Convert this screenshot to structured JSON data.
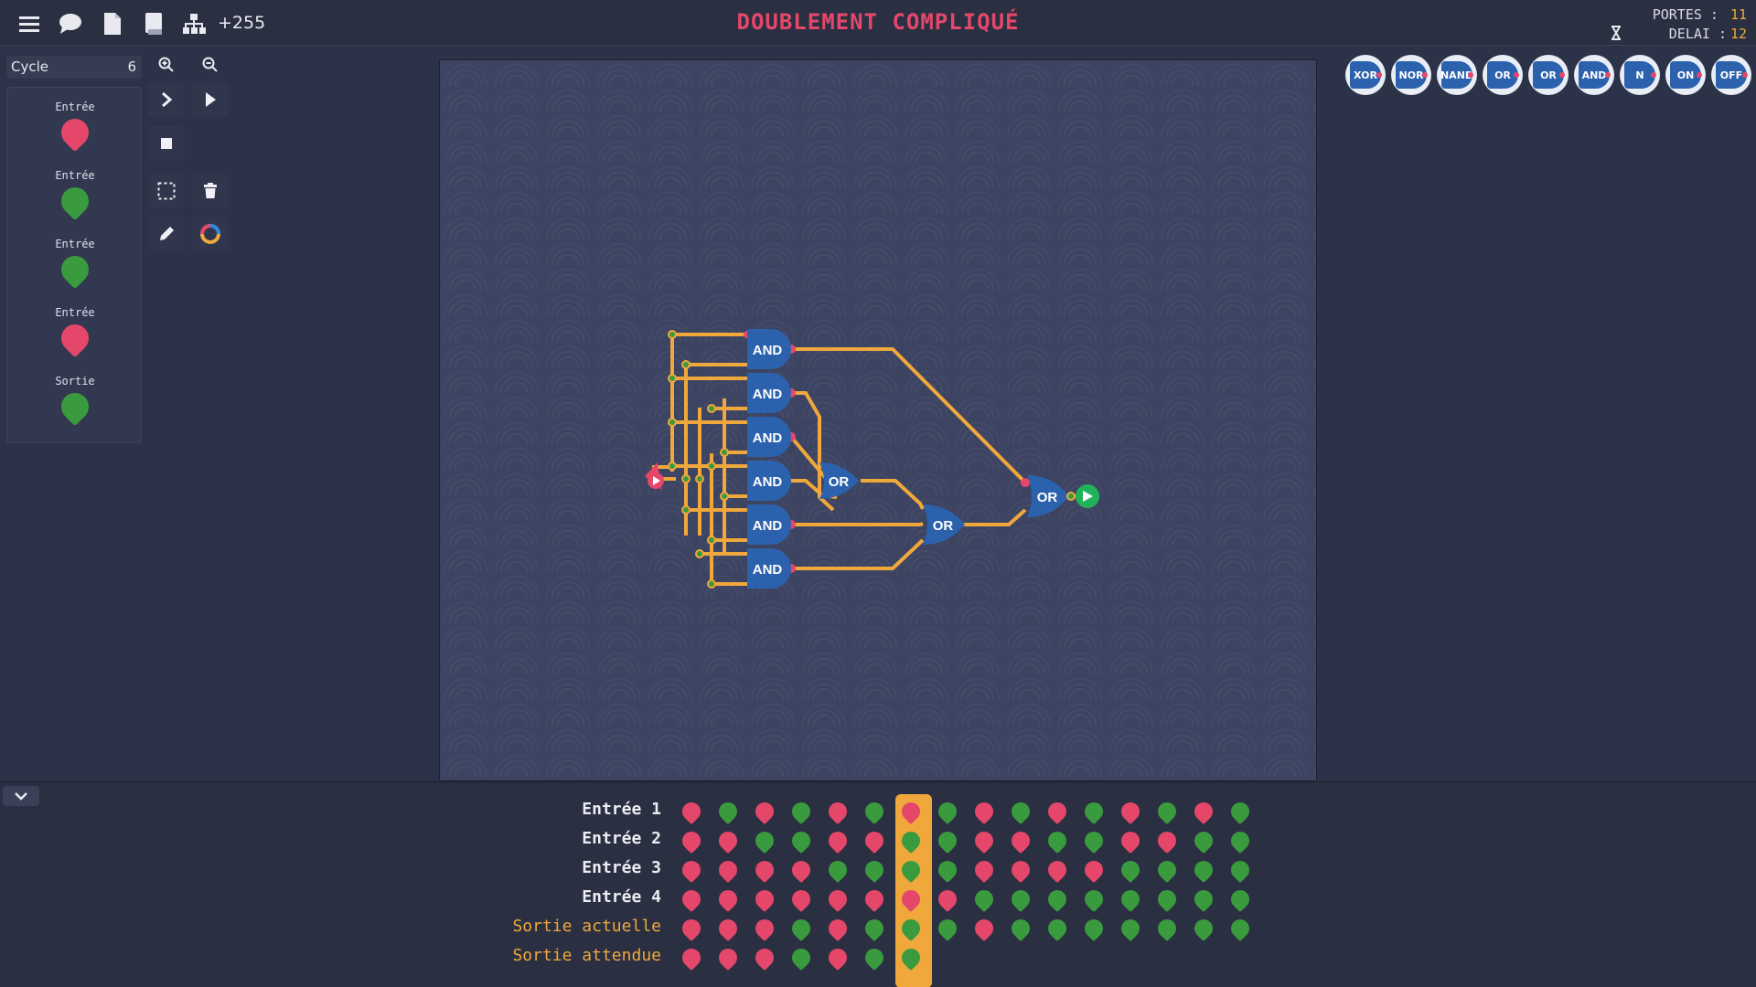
{
  "header": {
    "title": "DOUBLEMENT COMPLIQUÉ",
    "count": "+255",
    "portes_label": "PORTES :",
    "portes_value": "11",
    "delai_label": "DELAI :",
    "delai_value": "12"
  },
  "icons": [
    "menu-icon",
    "chat-icon",
    "document-icon",
    "book-icon",
    "hierarchy-icon",
    "zoom-in-icon",
    "zoom-out-icon",
    "step-icon",
    "play-icon",
    "stop-icon",
    "select-icon",
    "trash-icon",
    "pencil-icon",
    "color-ring-icon",
    "hourglass-icon",
    "chevron-down-icon"
  ],
  "colors": {
    "on": "#3a9a3e",
    "off": "#e5476a",
    "accent": "#f0a83c",
    "gate": "#2c62ad"
  },
  "cycle": {
    "label": "Cycle",
    "value": "6"
  },
  "io_panel": [
    {
      "label": "Entrée",
      "state": "off"
    },
    {
      "label": "Entrée",
      "state": "on"
    },
    {
      "label": "Entrée",
      "state": "on"
    },
    {
      "label": "Entrée",
      "state": "off"
    },
    {
      "label": "Sortie",
      "state": "on"
    }
  ],
  "palette": [
    "XOR",
    "NOR",
    "NAND",
    "OR",
    "OR",
    "AND",
    "N",
    "ON",
    "OFF"
  ],
  "circuit": {
    "and_gates": [
      "AND",
      "AND",
      "AND",
      "AND",
      "AND",
      "AND"
    ],
    "or_gates": [
      "OR",
      "OR",
      "OR"
    ]
  },
  "truth_table": {
    "highlight_column": 6,
    "rows": [
      {
        "label": "Entrée 1",
        "kind": "in",
        "values": [
          0,
          1,
          0,
          1,
          0,
          1,
          0,
          1,
          0,
          1,
          0,
          1,
          0,
          1,
          0,
          1
        ]
      },
      {
        "label": "Entrée 2",
        "kind": "in",
        "values": [
          0,
          0,
          1,
          1,
          0,
          0,
          1,
          1,
          0,
          0,
          1,
          1,
          0,
          0,
          1,
          1
        ]
      },
      {
        "label": "Entrée 3",
        "kind": "in",
        "values": [
          0,
          0,
          0,
          0,
          1,
          1,
          1,
          1,
          0,
          0,
          0,
          0,
          1,
          1,
          1,
          1
        ]
      },
      {
        "label": "Entrée 4",
        "kind": "in",
        "values": [
          0,
          0,
          0,
          0,
          0,
          0,
          0,
          0,
          1,
          1,
          1,
          1,
          1,
          1,
          1,
          1
        ]
      },
      {
        "label": "Sortie actuelle",
        "kind": "out",
        "values": [
          0,
          0,
          0,
          1,
          0,
          1,
          1,
          1,
          0,
          1,
          1,
          1,
          1,
          1,
          1,
          1
        ]
      },
      {
        "label": "Sortie attendue",
        "kind": "out",
        "values": [
          0,
          0,
          0,
          1,
          0,
          1,
          1
        ]
      }
    ]
  }
}
